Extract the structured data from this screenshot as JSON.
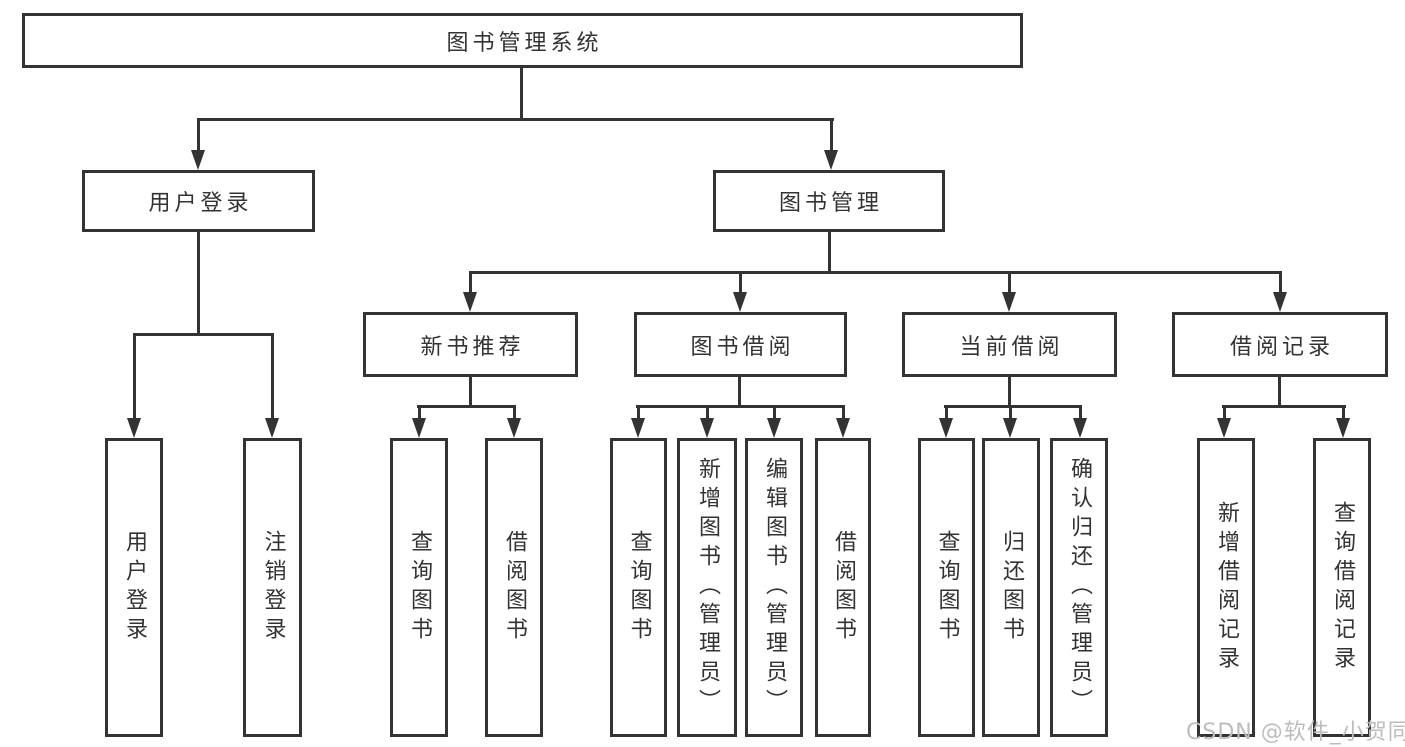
{
  "colors": {
    "line": "#333333",
    "text": "#333333",
    "box_background": "#ffffff",
    "page_background": "#ffffff",
    "watermark": "#bdbdbd"
  },
  "diagram": {
    "root": {
      "label": "图书管理系统"
    },
    "level2": [
      {
        "label": "用户登录"
      },
      {
        "label": "图书管理"
      }
    ],
    "level3": [
      {
        "label": "新书推荐",
        "parent": "图书管理"
      },
      {
        "label": "图书借阅",
        "parent": "图书管理"
      },
      {
        "label": "当前借阅",
        "parent": "图书管理"
      },
      {
        "label": "借阅记录",
        "parent": "图书管理"
      }
    ],
    "leaves": [
      {
        "label": "用户登录",
        "parent": "用户登录"
      },
      {
        "label": "注销登录",
        "parent": "用户登录"
      },
      {
        "label": "查询图书",
        "parent": "新书推荐"
      },
      {
        "label": "借阅图书",
        "parent": "新书推荐"
      },
      {
        "label": "查询图书",
        "parent": "图书借阅"
      },
      {
        "label": "新增图书（管理员）",
        "parent": "图书借阅"
      },
      {
        "label": "编辑图书（管理员）",
        "parent": "图书借阅"
      },
      {
        "label": "借阅图书",
        "parent": "图书借阅"
      },
      {
        "label": "查询图书",
        "parent": "当前借阅"
      },
      {
        "label": "归还图书",
        "parent": "当前借阅"
      },
      {
        "label": "确认归还（管理员）",
        "parent": "当前借阅"
      },
      {
        "label": "新增借阅记录",
        "parent": "借阅记录"
      },
      {
        "label": "查询借阅记录",
        "parent": "借阅记录"
      }
    ]
  },
  "watermark": {
    "text": "CSDN @软件_小贺同学"
  }
}
